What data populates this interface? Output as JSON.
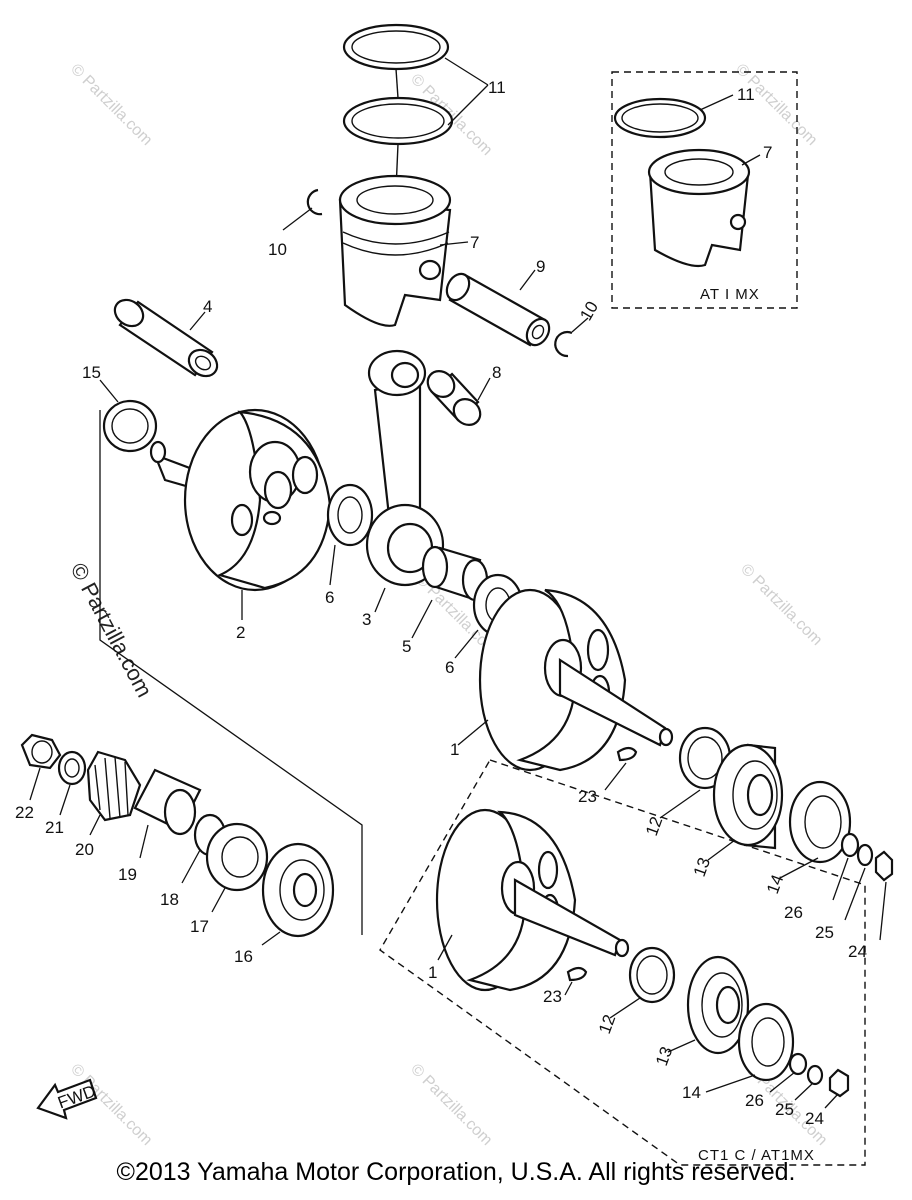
{
  "watermark": "© Partzilla.com",
  "fwd_label": "FWD",
  "inset_top_label": "AT I MX",
  "inset_bottom_label": "CT1 C / AT1MX",
  "callouts": {
    "c11a": "11",
    "c7a": "7",
    "c10a": "10",
    "c9": "9",
    "c10b": "10",
    "c11b": "11",
    "c7b": "7",
    "c4": "4",
    "c15": "15",
    "c8": "8",
    "c2": "2",
    "c6a": "6",
    "c3": "3",
    "c5": "5",
    "c6b": "6",
    "c1a": "1",
    "c23a": "23",
    "c12a": "12",
    "c13a": "13",
    "c14a": "14",
    "c26a": "26",
    "c25a": "25",
    "c24a": "24",
    "c22": "22",
    "c21": "21",
    "c20": "20",
    "c19": "19",
    "c18": "18",
    "c17": "17",
    "c16": "16",
    "c1b": "1",
    "c23b": "23",
    "c12b": "12",
    "c13b": "13",
    "c14b": "14",
    "c26b": "26",
    "c25b": "25",
    "c24b": "24"
  },
  "copyright": "©2013 Yamaha Motor Corporation, U.S.A. All rights reserved."
}
